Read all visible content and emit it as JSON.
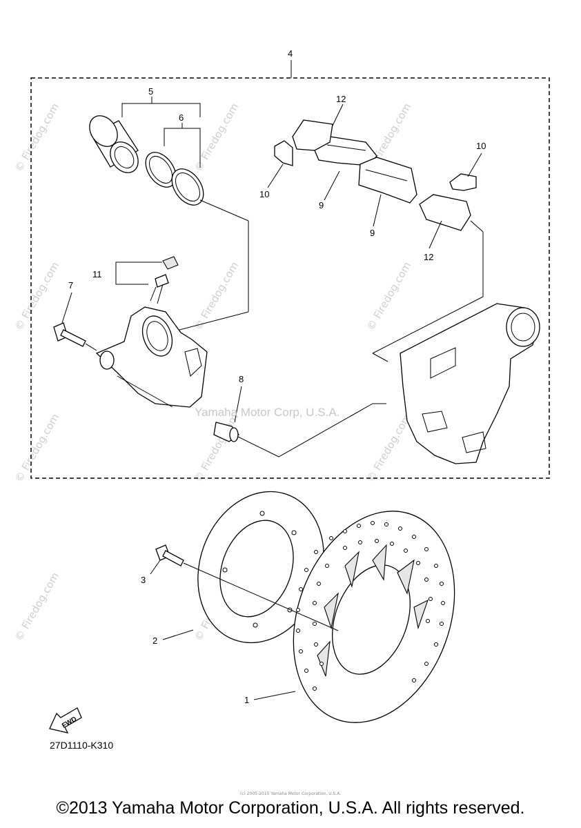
{
  "diagram": {
    "assembly_label": "4",
    "part_labels": {
      "p1": "1",
      "p2": "2",
      "p3": "3",
      "p5": "5",
      "p6": "6",
      "p7": "7",
      "p8": "8",
      "p9a": "9",
      "p9b": "9",
      "p10a": "10",
      "p10b": "10",
      "p11": "11",
      "p12a": "12",
      "p12b": "12"
    },
    "fwd_label": "FWD",
    "part_code": "27D1110-K310",
    "center_mark": "Yamaha Motor Corp, U.S.A.",
    "watermark": "© Firedog.com"
  },
  "footer": {
    "copyright": "©2013 Yamaha Motor Corporation, U.S.A. All rights reserved.",
    "fine_print": "(c) 2005-2015 Yamaha Motor Corporation, U.S.A."
  }
}
